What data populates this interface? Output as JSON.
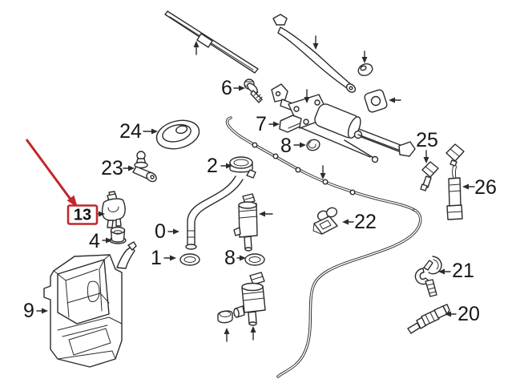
{
  "figure": {
    "kind": "exploded-parts-diagram",
    "subject": "windshield wiper and washer system",
    "background_color": "#ffffff",
    "line_color": "#2b2b2b",
    "label_color": "#161616",
    "highlight": {
      "color": "#c1272b",
      "part_number": "13"
    },
    "callouts": [
      {
        "number": "6",
        "part": "mounting-bolt"
      },
      {
        "number": "7",
        "part": "retainer-clip"
      },
      {
        "number": "8",
        "part": "grommet"
      },
      {
        "number": "24",
        "part": "pivot-cap"
      },
      {
        "number": "23",
        "part": "ball-stud"
      },
      {
        "number": "2",
        "part": "filler-cap"
      },
      {
        "number": "25",
        "part": "washer-nozzle"
      },
      {
        "number": "26",
        "part": "washer-jet"
      },
      {
        "number": "22",
        "part": "hose-bracket"
      },
      {
        "number": "13",
        "part": "level-sensor",
        "highlighted": true
      },
      {
        "number": "4",
        "part": "grommet"
      },
      {
        "number": "9",
        "part": "washer-reservoir"
      },
      {
        "number": "0",
        "part": "filler-tube"
      },
      {
        "number": "1",
        "part": "seal-ring"
      },
      {
        "number": "8",
        "part": "seal-ring"
      },
      {
        "number": "21",
        "part": "hose-clip"
      },
      {
        "number": "20",
        "part": "hose-connector"
      }
    ],
    "unlabeled_parts": [
      "wiper-blade",
      "wiper-arm",
      "pivot-grommet",
      "wiper-linkage-motor",
      "mounting-pad",
      "washer-hose",
      "washer-pump",
      "washer-pump-2",
      "pump-grommet"
    ]
  }
}
